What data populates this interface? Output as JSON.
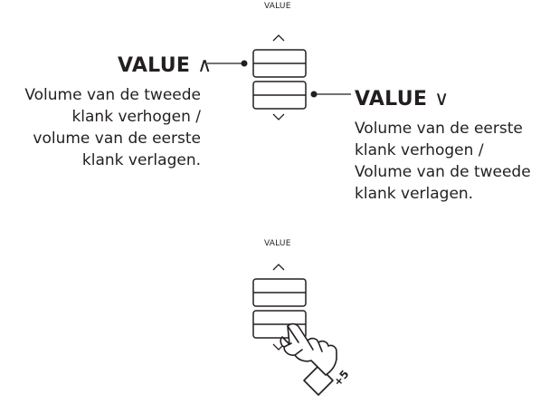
{
  "top_panel": {
    "value_heading": "VALUE",
    "up_chevron": "^",
    "down_chevron": "v",
    "left_callout": {
      "label": "VALUE",
      "symbol": "∧",
      "lines": [
        "Volume van de tweede",
        "klank verhogen /",
        "volume van de eerste",
        "klank verlagen."
      ]
    },
    "right_callout": {
      "label": "VALUE",
      "symbol": "∨",
      "lines": [
        "Volume van de eerste",
        "klank verhogen /",
        "Volume van de tweede",
        "klank verlagen."
      ]
    }
  },
  "bottom_panel": {
    "value_heading": "VALUE",
    "up_chevron": "^",
    "down_chevron": "v",
    "press_indicator": "+5"
  },
  "colors": {
    "ink": "#231f20",
    "background": "#ffffff"
  },
  "icons": [
    "value-up-button",
    "value-down-button",
    "pressing-hand-icon"
  ]
}
